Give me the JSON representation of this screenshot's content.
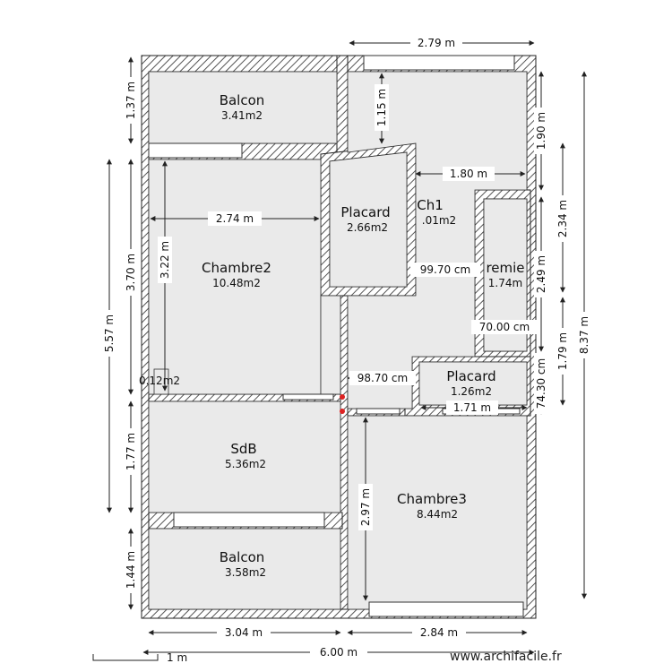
{
  "plan": {
    "rooms": {
      "balcon_top": {
        "name": "Balcon",
        "area": "3.41m2"
      },
      "chambre2": {
        "name": "Chambre2",
        "area": "10.48m2"
      },
      "placard1": {
        "name": "Placard",
        "area": "2.66m2"
      },
      "ch1": {
        "name": "Ch1",
        "area": ".01m2"
      },
      "tremie": {
        "name": "remie",
        "area": "1.74m"
      },
      "small": {
        "name": "0.12m2"
      },
      "placard2": {
        "name": "Placard",
        "area": "1.26m2"
      },
      "sdb": {
        "name": "SdB",
        "area": "5.36m2"
      },
      "chambre3": {
        "name": "Chambre3",
        "area": "8.44m2"
      },
      "balcon_bottom": {
        "name": "Balcon",
        "area": "3.58m2"
      }
    },
    "dimensions": {
      "top_width": "2.79 m",
      "balcon_height": "1.37 m",
      "ch1_top": "1.15 m",
      "right_190": "1.90 m",
      "ch1_width": "1.80 m",
      "chambre2_width": "2.74 m",
      "chambre2_height": "3.22 m",
      "left_370": "3.70 m",
      "left_557": "5.57 m",
      "right_234": "2.34 m",
      "right_249": "2.49 m",
      "right_837": "8.37 m",
      "cm_9970": "99.70 cm",
      "cm_7000": "70.00 cm",
      "cm_9870": "98.70 cm",
      "right_179": "1.79 m",
      "cm_7430": "74.30 cm",
      "placard2_width": "1.71 m",
      "left_177": "1.77 m",
      "chambre3_height": "2.97 m",
      "left_144": "1.44 m",
      "bottom_304": "3.04 m",
      "bottom_284": "2.84 m",
      "total_width": "6.00 m",
      "scale": "1 m"
    },
    "watermark": "www.archifacile.fr"
  }
}
